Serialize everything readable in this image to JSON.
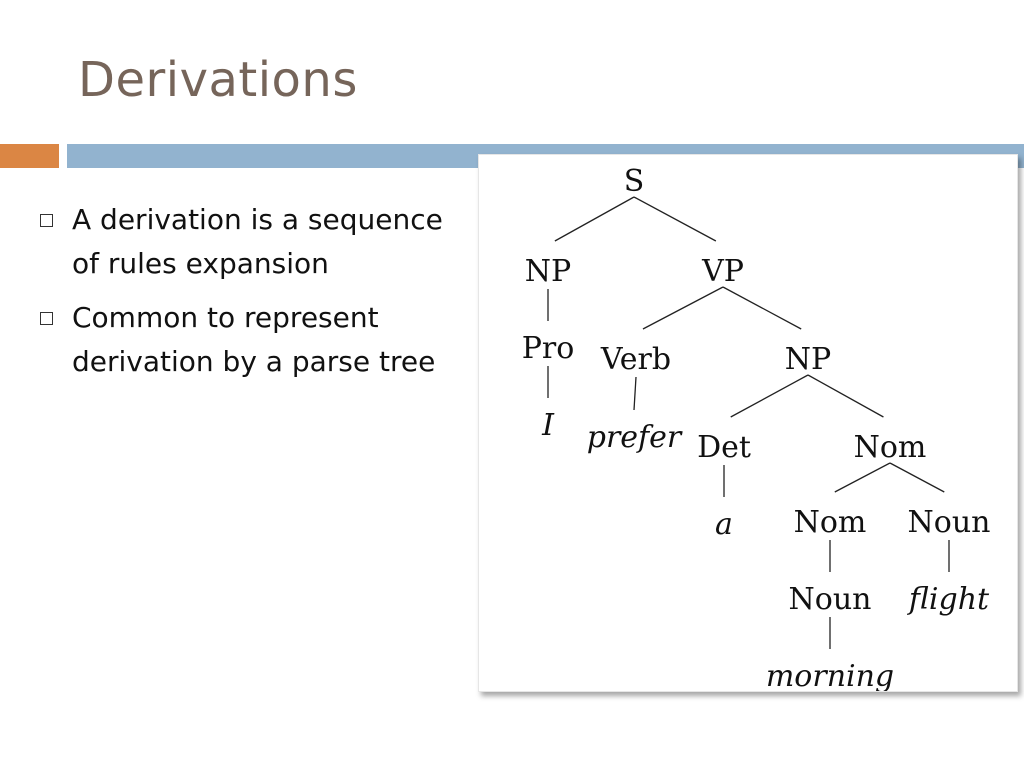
{
  "slide": {
    "title": "Derivations",
    "accent_orange": "#db8644",
    "accent_blue": "#92b3cf",
    "title_color": "#76655a"
  },
  "bullets": [
    {
      "text": "A derivation is a sequence of rules expansion"
    },
    {
      "text": "Common to represent derivation by a parse tree"
    }
  ],
  "tree": {
    "nodes": {
      "s": {
        "label": "S"
      },
      "np1": {
        "label": "NP"
      },
      "vp": {
        "label": "VP"
      },
      "pro": {
        "label": "Pro"
      },
      "i": {
        "label": "I"
      },
      "verb": {
        "label": "Verb"
      },
      "prefer": {
        "label": "prefer"
      },
      "np2": {
        "label": "NP"
      },
      "det": {
        "label": "Det"
      },
      "a": {
        "label": "a"
      },
      "nom1": {
        "label": "Nom"
      },
      "nom2": {
        "label": "Nom"
      },
      "noun1": {
        "label": "Noun"
      },
      "morning": {
        "label": "morning"
      },
      "noun2": {
        "label": "Noun"
      },
      "flight": {
        "label": "flight"
      }
    },
    "edges": [
      [
        "s",
        "np1"
      ],
      [
        "s",
        "vp"
      ],
      [
        "np1",
        "pro"
      ],
      [
        "pro",
        "i"
      ],
      [
        "vp",
        "verb"
      ],
      [
        "vp",
        "np2"
      ],
      [
        "verb",
        "prefer"
      ],
      [
        "np2",
        "det"
      ],
      [
        "np2",
        "nom1"
      ],
      [
        "det",
        "a"
      ],
      [
        "nom1",
        "nom2"
      ],
      [
        "nom1",
        "noun2"
      ],
      [
        "nom2",
        "noun1"
      ],
      [
        "noun1",
        "morning"
      ],
      [
        "noun2",
        "flight"
      ]
    ]
  }
}
